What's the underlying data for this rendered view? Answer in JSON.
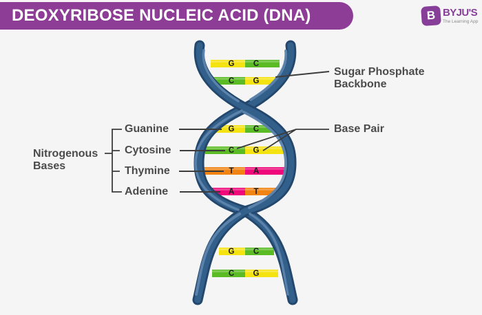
{
  "header": {
    "title": "DEOXYRIBOSE NUCLEIC ACID (DNA)"
  },
  "brand": {
    "name": "BYJU'S",
    "tagline": "The Learning App",
    "badge_letter": "B"
  },
  "colors": {
    "header_bg": "#8e3d96",
    "background": "#f5f5f6",
    "strand_dark": "#24486d",
    "strand_mid": "#33608b",
    "strand_light": "#5d84ad",
    "connector": "#3c3c3c",
    "label_text": "#4b4b4b",
    "base_letter": "#1a1a1a",
    "brand_purple": "#873e99",
    "yellow": "#f5e211",
    "green": "#5bbb24",
    "orange": "#f08312",
    "magenta": "#ee0879"
  },
  "labels": {
    "nitrogenous_line1": "Nitrogenous",
    "nitrogenous_line2": "Bases",
    "bases": [
      {
        "name": "Guanine"
      },
      {
        "name": "Cytosine"
      },
      {
        "name": "Thymine"
      },
      {
        "name": "Adenine"
      }
    ],
    "sugar_line1": "Sugar Phosphate",
    "sugar_line2": "Backbone",
    "base_pair": "Base Pair"
  },
  "rungs": [
    {
      "left_letter": "G",
      "left_color": "#f5e211",
      "right_letter": "C",
      "right_color": "#5bbb24"
    },
    {
      "left_letter": "C",
      "left_color": "#5bbb24",
      "right_letter": "G",
      "right_color": "#f5e211"
    },
    {
      "left_letter": "G",
      "left_color": "#f5e211",
      "right_letter": "C",
      "right_color": "#5bbb24"
    },
    {
      "left_letter": "C",
      "left_color": "#5bbb24",
      "right_letter": "G",
      "right_color": "#f5e211"
    },
    {
      "left_letter": "T",
      "left_color": "#f08312",
      "right_letter": "A",
      "right_color": "#ee0879"
    },
    {
      "left_letter": "A",
      "left_color": "#ee0879",
      "right_letter": "T",
      "right_color": "#f08312"
    },
    {
      "left_letter": "G",
      "left_color": "#f5e211",
      "right_letter": "C",
      "right_color": "#5bbb24"
    },
    {
      "left_letter": "C",
      "left_color": "#5bbb24",
      "right_letter": "G",
      "right_color": "#f5e211"
    }
  ]
}
